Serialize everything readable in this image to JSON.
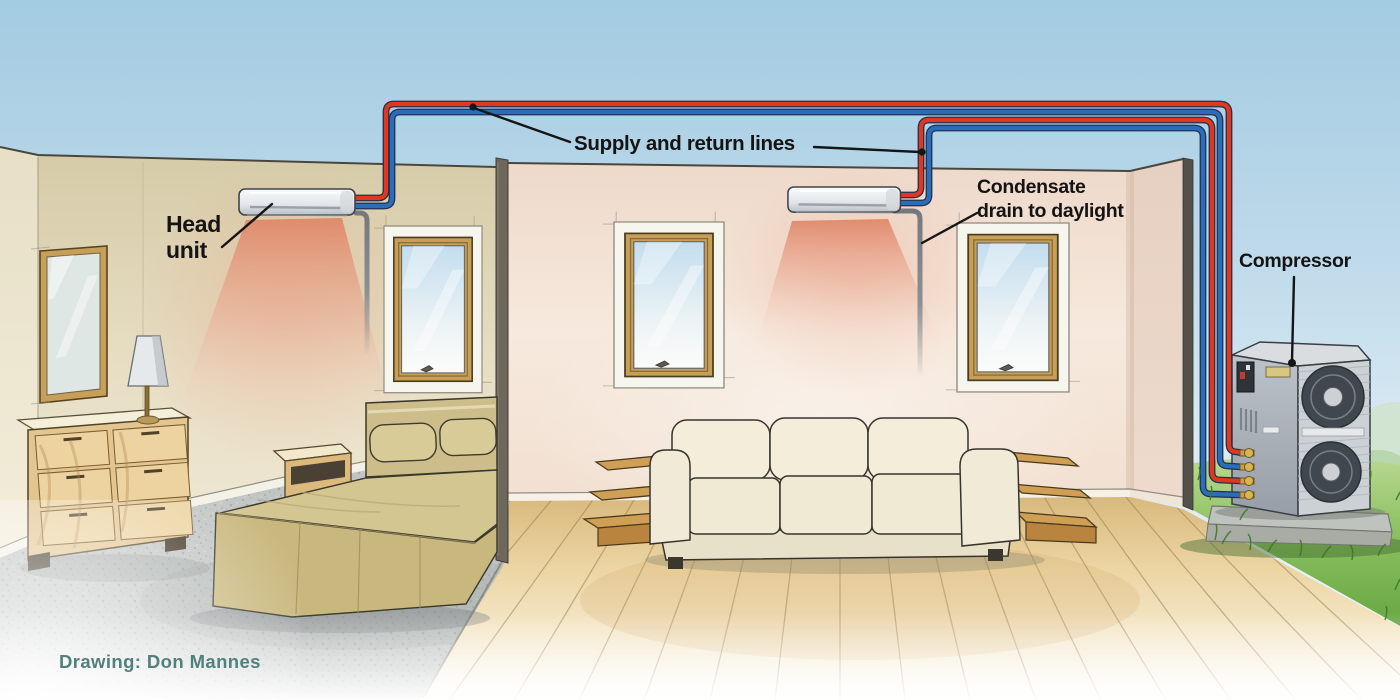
{
  "figure": {
    "labels": {
      "head_unit": [
        "Head",
        "unit"
      ],
      "supply_return": "Supply and return lines",
      "condensate_drain": [
        "Condensate",
        "drain to daylight"
      ],
      "compressor": "Compressor"
    },
    "credit": "Drawing: Don Mannes",
    "colors": {
      "supply_line_red": "#e2371f",
      "return_line_blue": "#2a6db8",
      "condensate_gray": "#8b9096",
      "warm_air": "#e08566",
      "label_text": "#141414",
      "credit_text": "#52807c"
    },
    "icons": [
      "head-unit-icon",
      "supply-line-icon",
      "return-line-icon",
      "condensate-drain-icon",
      "compressor-icon"
    ]
  }
}
